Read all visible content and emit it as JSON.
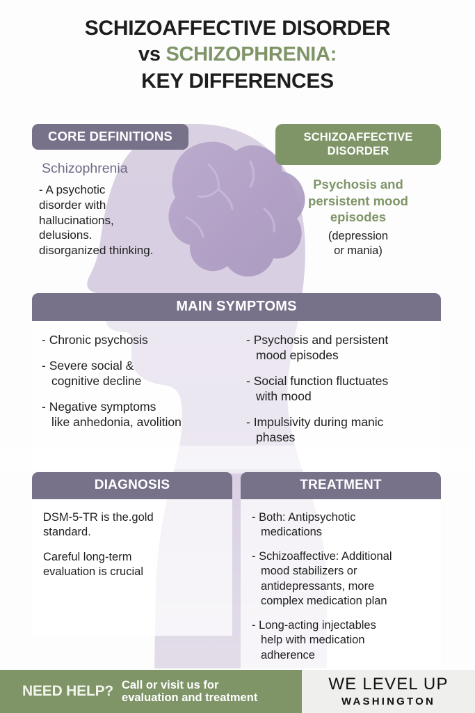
{
  "colors": {
    "purple_badge": "#77718a",
    "green_badge": "#7f9568",
    "green_text": "#7f9568",
    "purple_text": "#6e6a85",
    "dark_text": "#1e1e1e",
    "silhouette": "#cdc3da",
    "brain": "#b5a3c8",
    "footer_green": "#7f9568",
    "footer_grey": "#efefed"
  },
  "title": {
    "line1": "SCHIZOAFFECTIVE DISORDER",
    "line2_prefix": "vs ",
    "line2_accent": "SCHIZOPHRENIA:",
    "line3": "KEY DIFFERENCES"
  },
  "core_definitions": {
    "tag": "CORE DEFINITIONS",
    "subhead": "Schizophrenia",
    "body": "- A psychotic\n  disorder with\n  hallucinations,\n  delusions.\n  disorganized thinking."
  },
  "schizoaffective": {
    "tag": "SCHIZOAFFECTIVE\nDISORDER",
    "green_text": "Psychosis and\npersistent mood\nepisodes",
    "sub_text": "(depression\nor mania)"
  },
  "main_symptoms": {
    "tag": "MAIN SYMPTOMS",
    "left_items": [
      "- Chronic psychosis",
      "- Severe social &\n  cognitive decline",
      "- Negative symptoms\n  like anhedonia, avolition"
    ],
    "right_items": [
      "- Psychosis and persistent\n  mood episodes",
      "- Social function fluctuates\n  with mood",
      "- Impulsivity during manic\n  phases"
    ]
  },
  "diagnosis": {
    "tag": "DIAGNOSIS",
    "paragraphs": [
      "DSM-5-TR is the.gold\nstandard.",
      "Careful long-term\nevaluation is crucial"
    ]
  },
  "treatment": {
    "tag": "TREATMENT",
    "items": [
      "- Both: Antipsychotic\n  medications",
      "- Schizoaffective: Additional\n  mood stabilizers or\n  antidepressants, more\n  complex medication plan",
      "- Long-acting injectables\n  help with medication\n  adherence"
    ]
  },
  "footer": {
    "need_help": "NEED HELP?",
    "call_text": "Call or visit us for\nevaluation and treatment",
    "brand_main": "WE LEVEL UP",
    "brand_sub": "WASHINGTON"
  }
}
